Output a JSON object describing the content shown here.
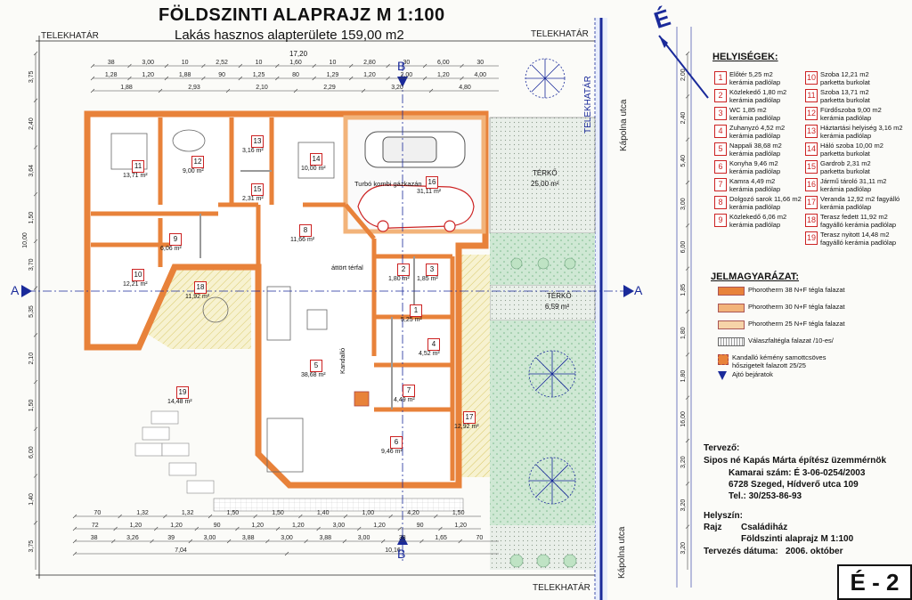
{
  "title": "FÖLDSZINTI ALAPRAJZ  M 1:100",
  "subtitle": "Lakás hasznos alapterülete 159,00 m2",
  "boundary_label": "TELEKHATÁR",
  "street_label": "Kápolna utca",
  "compass_label": "É",
  "rooms_heading": "HELYISÉGEK:",
  "rooms": [
    {
      "num": "1",
      "line1": "Előtér 5,25 m2",
      "line2": "kerámia padlólap"
    },
    {
      "num": "2",
      "line1": "Közlekedő 1,80 m2",
      "line2": "kerámia padlólap"
    },
    {
      "num": "3",
      "line1": "WC 1,85 m2",
      "line2": "kerámia padlólap"
    },
    {
      "num": "4",
      "line1": "Zuhanyzó 4,52 m2",
      "line2": "kerámia padlólap"
    },
    {
      "num": "5",
      "line1": "Nappali 38,68 m2",
      "line2": "kerámia padlólap"
    },
    {
      "num": "6",
      "line1": "Konyha 9,46 m2",
      "line2": "kerámia padlólap"
    },
    {
      "num": "7",
      "line1": "Kamra 4,49 m2",
      "line2": "kerámia padlólap"
    },
    {
      "num": "8",
      "line1": "Dolgozó sarok 11,66 m2",
      "line2": "kerámia padlólap"
    },
    {
      "num": "9",
      "line1": "Közlekedő 6,06 m2",
      "line2": "kerámia padlólap"
    },
    {
      "num": "10",
      "line1": "Szoba 12,21 m2",
      "line2": "parketta burkolat"
    },
    {
      "num": "11",
      "line1": "Szoba 13,71 m2",
      "line2": "parketta burkolat"
    },
    {
      "num": "12",
      "line1": "Fürdőszoba 9,00 m2",
      "line2": "kerámia padlólap"
    },
    {
      "num": "13",
      "line1": "Háztartási helyiség 3,16 m2",
      "line2": "kerámia padlólap"
    },
    {
      "num": "14",
      "line1": "Háló szoba 10,00 m2",
      "line2": "parketta burkolat"
    },
    {
      "num": "15",
      "line1": "Gardrob 2,31 m2",
      "line2": "parketta burkolat"
    },
    {
      "num": "16",
      "line1": "Jármű tároló 31,11 m2",
      "line2": "kerámia padlólap"
    },
    {
      "num": "17",
      "line1": "Veranda 12,92 m2 fagyálló",
      "line2": "kerámia padlólap"
    },
    {
      "num": "18",
      "line1": "Terasz fedett 11,92 m2",
      "line2": "fagyálló kerámia padlólap"
    },
    {
      "num": "19",
      "line1": "Terasz nyitott 14,48 m2",
      "line2": "fagyálló kerámia padlólap"
    }
  ],
  "legend_heading": "JELMAGYARÁZAT:",
  "legend": [
    {
      "label": "Phorotherm 38 N+F tégla falazat",
      "color": "#e8823a"
    },
    {
      "label": "Phorotherm 30 N+F tégla falazat",
      "color": "#f2b37a"
    },
    {
      "label": "Phorotherm 25 N+F tégla falazat",
      "color": "#f6d3a8"
    },
    {
      "label": "Válaszfaltégla falazat /10-es/",
      "color": "#cccccc"
    },
    {
      "label": "Kandalló kémény samottcsöves",
      "label2": "hőszigetelt falazott 25/25",
      "color": "#e8823a"
    },
    {
      "label": "Ajtó bejáratok",
      "color": "#1a2a9a"
    }
  ],
  "designer": {
    "heading": "Tervező:",
    "name": "Sipos né Kapás Márta építész üzemmérnök",
    "chamber": "Kamarai szám: É 3-06-0254/2003",
    "address": "6728 Szeged, Hídverő utca 109",
    "phone": "Tel.: 30/253-86-93"
  },
  "location": {
    "heading": "Helyszín:",
    "value": "Családiház"
  },
  "drawing": {
    "heading": "Rajz",
    "value": "Földszinti alaprajz M 1:100"
  },
  "date": {
    "heading": "Tervezés dátuma:",
    "value": "2006.  október"
  },
  "sheet_number": "É - 2",
  "plan_labels": {
    "terko1": "TÉRKŐ",
    "terko1_area": "25,00 m²",
    "terko2": "TÉRKŐ",
    "terko2_area": "6,59 m²",
    "boiler": "Turbó kombi gázkazán",
    "fireplace": "Kandalló",
    "passage": "áttört térfal",
    "section_a": "A",
    "section_b": "B",
    "overall": "17,20"
  },
  "plan_rooms": [
    {
      "num": "11",
      "area": "13,71 m²"
    },
    {
      "num": "12",
      "area": "9,00 m²"
    },
    {
      "num": "13",
      "area": "3,16 m²"
    },
    {
      "num": "14",
      "area": "10,00 m²"
    },
    {
      "num": "15",
      "area": "2,31 m²"
    },
    {
      "num": "16",
      "area": "31,11 m²"
    },
    {
      "num": "9",
      "area": "6,06 m²"
    },
    {
      "num": "8",
      "area": "11,66 m²"
    },
    {
      "num": "10",
      "area": "12,21 m²"
    },
    {
      "num": "18",
      "area": "11,92 m²"
    },
    {
      "num": "2",
      "area": "1,80 m²"
    },
    {
      "num": "3",
      "area": "1,85 m²"
    },
    {
      "num": "1",
      "area": "5,25 m²"
    },
    {
      "num": "4",
      "area": "4,52 m²"
    },
    {
      "num": "5",
      "area": "38,68 m²"
    },
    {
      "num": "7",
      "area": "4,49 m²"
    },
    {
      "num": "19",
      "area": "14,48 m²"
    },
    {
      "num": "6",
      "area": "9,46 m²"
    },
    {
      "num": "17",
      "area": "12,92 m²"
    }
  ],
  "dims_top_1": [
    "38",
    "3,00",
    "10",
    "2,52",
    "10",
    "1,60",
    "10",
    "2,80",
    "30",
    "6,00",
    "30"
  ],
  "dims_top_2": [
    "1,28",
    "1,20",
    "1,88",
    "90",
    "1,25",
    "80",
    "1,29",
    "1,20",
    "2,00",
    "1,20",
    "4,00"
  ],
  "dims_top_3": [
    "1,88",
    "2,93",
    "2,10",
    "2,29",
    "3,20",
    "4,80"
  ],
  "dims_bottom_1": [
    "70",
    "1,32",
    "1,32",
    "1,50",
    "1,50",
    "1,40",
    "1,00",
    "4,20",
    "1,50"
  ],
  "dims_bottom_2": [
    "72",
    "1,20",
    "1,20",
    "90",
    "1,20",
    "1,20",
    "3,00",
    "1,20",
    "90",
    "1,20"
  ],
  "dims_bottom_3": [
    "38",
    "3,26",
    "39",
    "3,00",
    "3,88",
    "3,00",
    "3,88",
    "3,00",
    "38",
    "1,65",
    "70"
  ],
  "dims_bottom_4": [
    "7,04",
    "10,16"
  ],
  "dims_left": [
    "3,75",
    "2,40",
    "3,64",
    "1,50",
    "3,70",
    "5,35",
    "2,10",
    "1,50",
    "6,00",
    "1,40",
    "3,75"
  ],
  "dims_left_total": "10,00",
  "dims_right": [
    "2,00",
    "2,40",
    "5,40",
    "3,00",
    "6,00",
    "1,85",
    "1,80",
    "1,80",
    "16,00",
    "3,20",
    "3,20",
    "3,20"
  ]
}
